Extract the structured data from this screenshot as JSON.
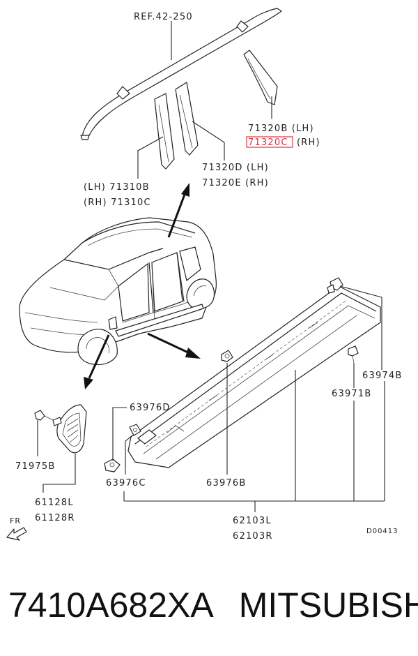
{
  "labels": {
    "ref": "REF.42-250",
    "p71320b": "71320B (LH)",
    "p71320c_code": "71320C",
    "p71320c_side": "(RH)",
    "p71320d": "71320D (LH)",
    "p71320e": "71320E (RH)",
    "p71310b": "(LH) 71310B",
    "p71310c": "(RH) 71310C",
    "p63974b": "63974B",
    "p63971b": "63971B",
    "p63976d": "63976D",
    "p63976c": "63976C",
    "p63976b": "63976B",
    "p71975b": "71975B",
    "p61128l": "61128L",
    "p61128r": "61128R",
    "p62103l": "62103L",
    "p62103r": "62103R",
    "fr": "FR",
    "diagram_code": "D00413"
  },
  "footer": {
    "part_number": "7410A682XA",
    "brand": "MITSUBISHI"
  },
  "highlight_color": "#d9333f"
}
